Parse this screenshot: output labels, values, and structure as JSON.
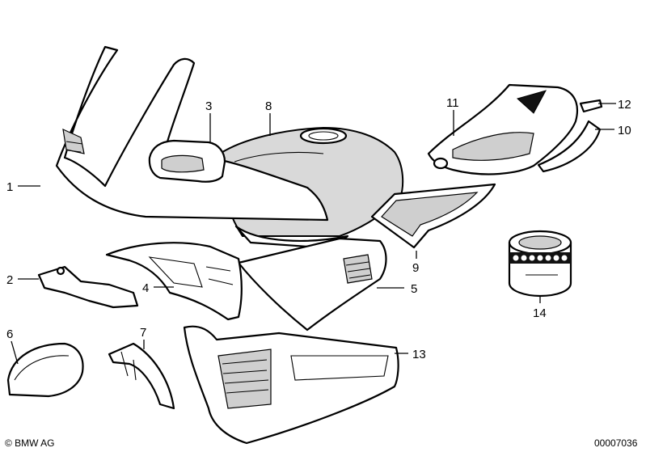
{
  "labels": {
    "p1": "1",
    "p2": "2",
    "p3": "3",
    "p4": "4",
    "p5": "5",
    "p6": "6",
    "p7": "7",
    "p8": "8",
    "p9": "9",
    "p10": "10",
    "p11": "11",
    "p12": "12",
    "p13": "13",
    "p14": "14"
  },
  "footer": {
    "copyright": "© BMW AG",
    "diagram_number": "00007036"
  }
}
